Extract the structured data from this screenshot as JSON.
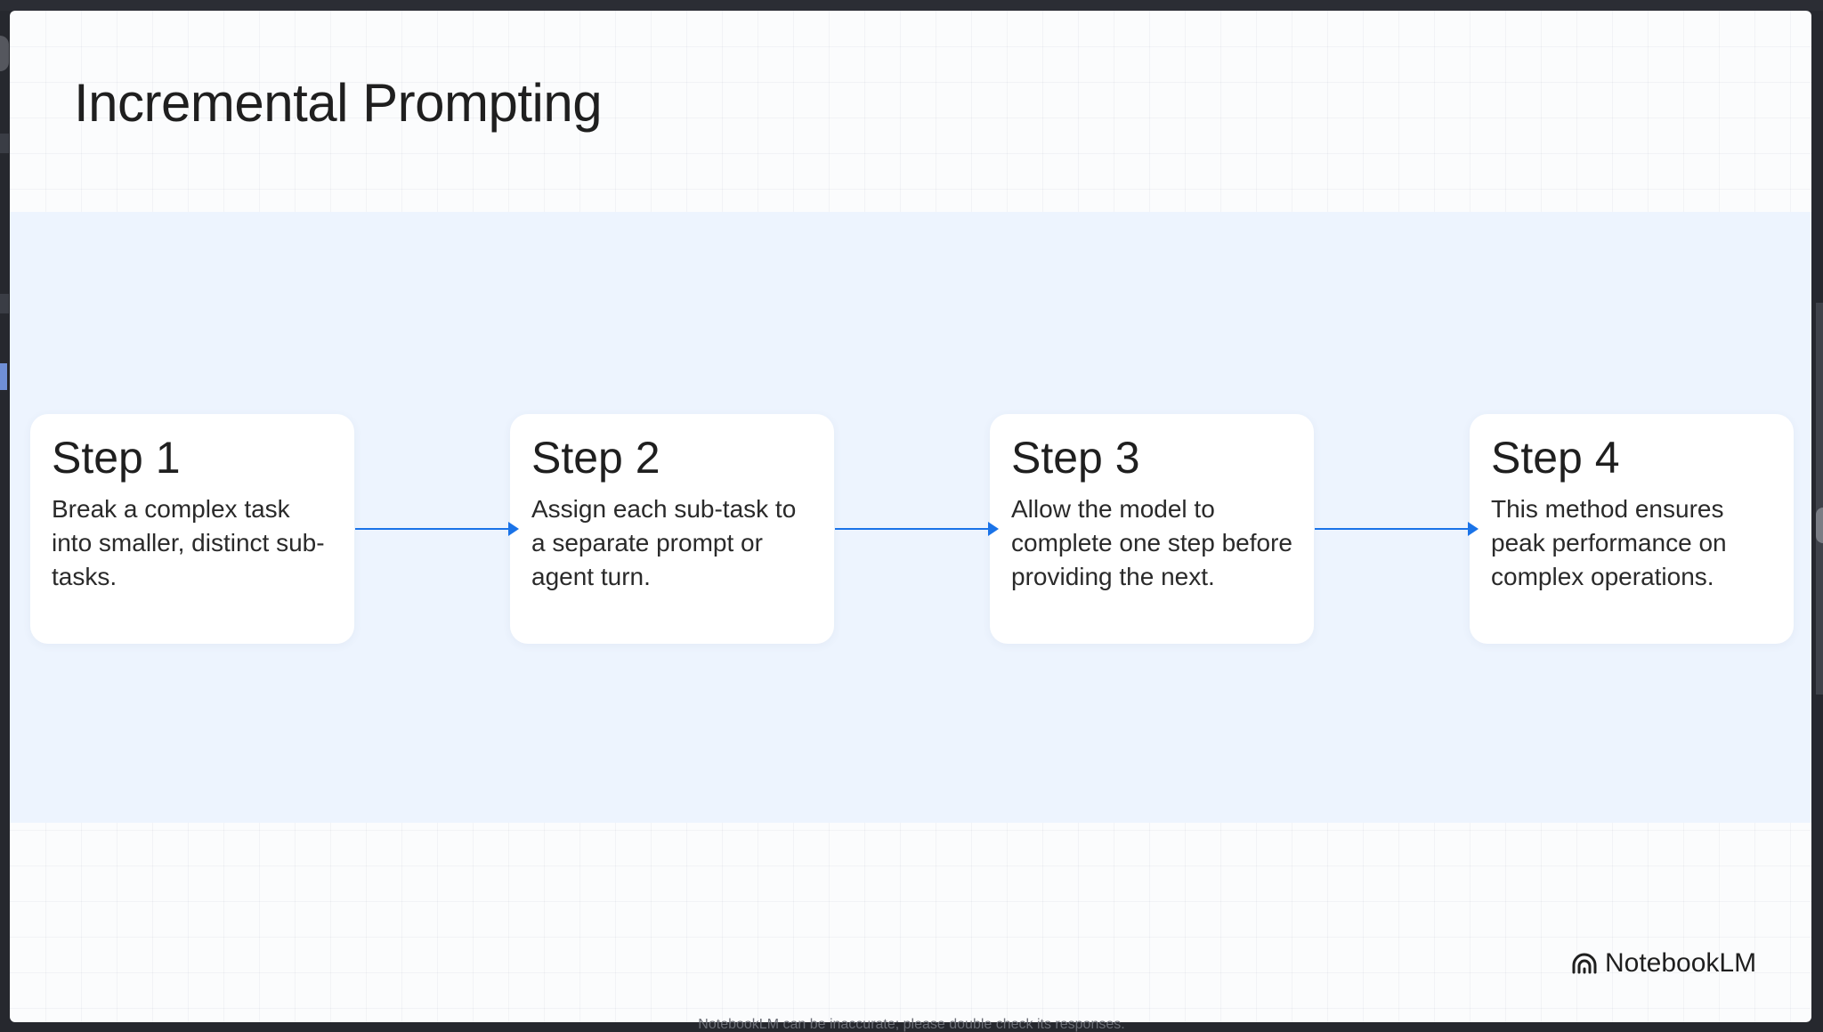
{
  "slide": {
    "title": "Incremental Prompting",
    "steps": [
      {
        "title": "Step 1",
        "description": "Break a complex task into smaller, distinct sub-tasks."
      },
      {
        "title": "Step 2",
        "description": "Assign each sub-task to a separate prompt or agent turn."
      },
      {
        "title": "Step 3",
        "description": "Allow the model to complete one step before providing the next."
      },
      {
        "title": "Step 4",
        "description": "This method ensures peak performance on complex operations."
      }
    ],
    "brand": {
      "name": "NotebookLM",
      "icon": "notebooklm-logo-icon"
    }
  },
  "footer": {
    "note": "NotebookLM can be inaccurate; please double check its responses."
  },
  "colors": {
    "band_background": "#edf4fe",
    "arrow": "#1a73e8",
    "card_background": "#ffffff",
    "text": "#1f1f1f"
  }
}
